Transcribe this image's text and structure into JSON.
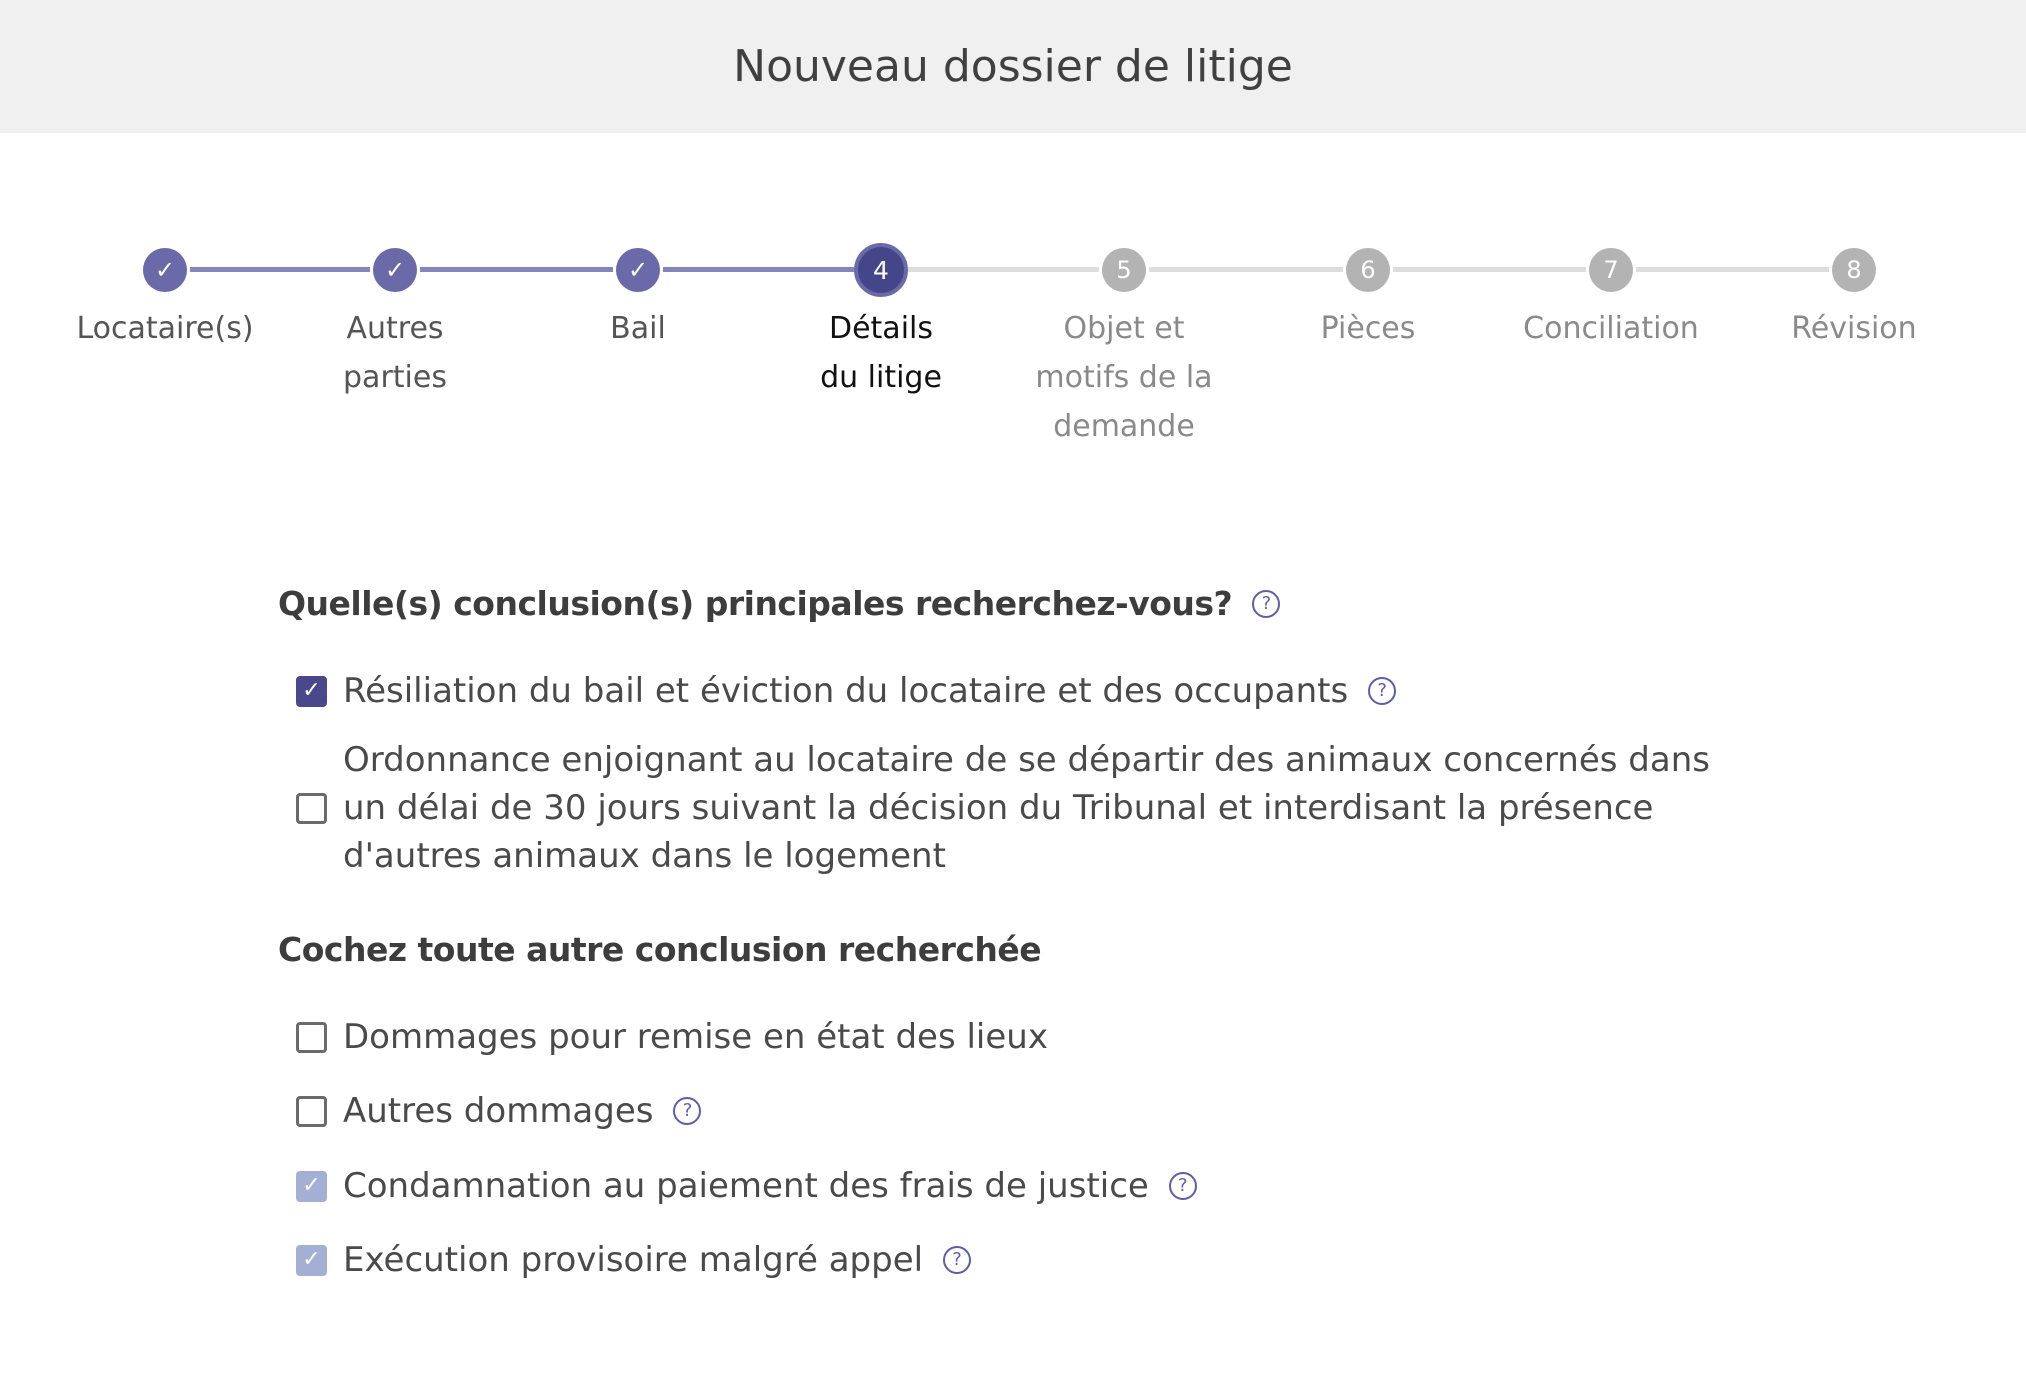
{
  "header": {
    "title": "Nouveau dossier de litige"
  },
  "steps": [
    {
      "n": "1",
      "label": "Locataire(s)",
      "state": "done"
    },
    {
      "n": "2",
      "label": "Autres parties",
      "state": "done"
    },
    {
      "n": "3",
      "label": "Bail",
      "state": "done"
    },
    {
      "n": "4",
      "label": "Détails du litige",
      "state": "active"
    },
    {
      "n": "5",
      "label": "Objet et motifs de la demande",
      "state": "todo"
    },
    {
      "n": "6",
      "label": "Pièces",
      "state": "todo"
    },
    {
      "n": "7",
      "label": "Conciliation",
      "state": "todo"
    },
    {
      "n": "8",
      "label": "Révision",
      "state": "todo"
    }
  ],
  "main": {
    "heading": "Quelle(s) conclusion(s) principales recherchez-vous?",
    "main_options": [
      {
        "label": "Résiliation du bail et éviction du locataire et des occupants",
        "checked": true
      },
      {
        "label": "Ordonnance enjoignant au locataire de se départir des animaux concernés dans un délai de 30 jours suivant la décision du Tribunal et interdisant la présence d'autres animaux dans le logement",
        "checked": false
      }
    ],
    "heading2": "Cochez toute autre conclusion recherchée",
    "other_options": [
      {
        "label": "Dommages pour remise en état des lieux",
        "checked": false
      },
      {
        "label": "Autres dommages",
        "checked": false
      },
      {
        "label": "Condamnation au paiement des frais de justice",
        "checked": true,
        "disabled": true
      },
      {
        "label": "Exécution provisoire malgré appel",
        "checked": true,
        "disabled": true
      }
    ]
  },
  "colors": {
    "accent": "#6b6aa8",
    "active": "#45458a",
    "inactive": "#b3b3b3"
  }
}
